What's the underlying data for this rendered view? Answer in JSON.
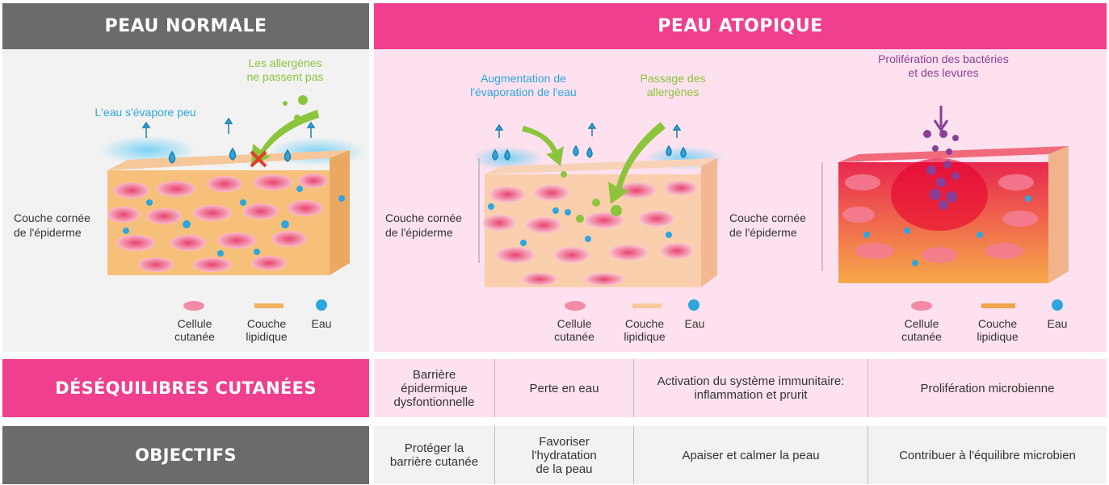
{
  "headers": {
    "normal": "PEAU NORMALE",
    "atopic": "PEAU ATOPIQUE"
  },
  "normal": {
    "allergens_label": "Les allergènes\nne passent pas",
    "evaporation_label": "L'eau s'évapore peu",
    "layer_label": "Couche cornée\nde l'épiderme"
  },
  "atopic": {
    "evaporation_label": "Augmentation de\nl'évaporation de l'eau",
    "allergens_label": "Passage des\nallergènes",
    "layer_label": "Couche cornée\nde l'épiderme",
    "proliferation_label": "Prolifération des bactéries\net des levures",
    "layer_label_2": "Couche cornée\nde l'épiderme"
  },
  "legend": {
    "cell": "Cellule\ncutanée",
    "lipid": "Couche\nlipidique",
    "water": "Eau"
  },
  "rows": {
    "imbalances": {
      "label": "DÉSÉQUILIBRES CUTANÉES",
      "cells": [
        "Barrière\népidermique\ndysfontionnelle",
        "Perte en eau",
        "Activation du système immunitaire:\ninflammation et prurit",
        "Prolifération microbienne"
      ]
    },
    "objectives": {
      "label": "OBJECTIFS",
      "cells": [
        "Protéger la\nbarrière cutanée",
        "Favoriser\nl'hydratation\nde la peau",
        "Apaiser et calmer la peau",
        "Contribuer à l'équilibre microbien"
      ]
    }
  },
  "colors": {
    "pink": "#ef3f8e",
    "grey": "#6b6b6b",
    "blue": "#2ea6dd",
    "green": "#8cc43c",
    "purple": "#8a3f96"
  }
}
